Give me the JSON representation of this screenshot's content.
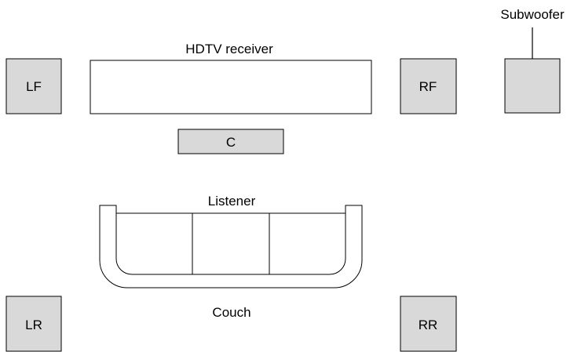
{
  "diagram": {
    "receiver_label": "HDTV receiver",
    "subwoofer_label": "Subwoofer",
    "listener_label": "Listener",
    "couch_label": "Couch",
    "speakers": {
      "left_front": "LF",
      "right_front": "RF",
      "center": "C",
      "left_rear": "LR",
      "right_rear": "RR"
    },
    "colors": {
      "speaker_fill": "#d9d9d9",
      "stroke": "#000000",
      "background": "#ffffff"
    }
  }
}
